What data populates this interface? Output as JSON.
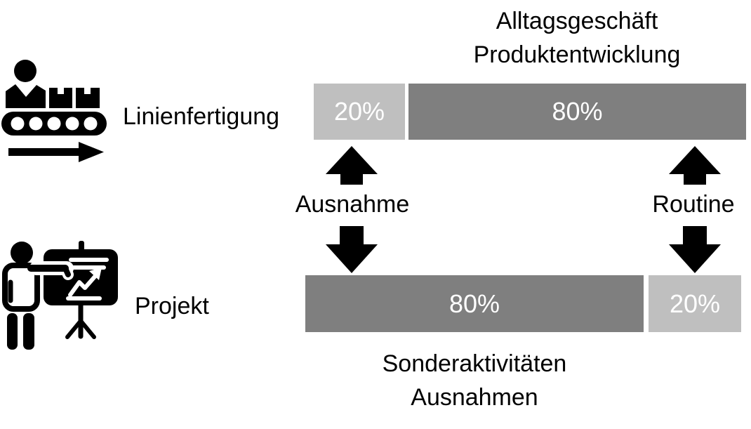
{
  "title_top": {
    "line1": "Alltagsgeschäft",
    "line2": "Produktentwicklung"
  },
  "caption_bottom": {
    "line1": "Sonderaktivitäten",
    "line2": "Ausnahmen"
  },
  "connectors": {
    "left": {
      "label": "Ausnahme"
    },
    "right": {
      "label": "Routine"
    }
  },
  "icons": {
    "top": "conveyor-worker-icon",
    "bottom": "presenter-flipchart-icon"
  },
  "chart_data": {
    "type": "bar",
    "orientation": "horizontal-stacked",
    "rows": [
      {
        "category": "Linienfertigung",
        "segments": [
          {
            "label": "20%",
            "value": 20,
            "color": "#bfbfbf"
          },
          {
            "label": "80%",
            "value": 80,
            "color": "#7f7f7f"
          }
        ]
      },
      {
        "category": "Projekt",
        "segments": [
          {
            "label": "80%",
            "value": 80,
            "color": "#7f7f7f"
          },
          {
            "label": "20%",
            "value": 20,
            "color": "#bfbfbf"
          }
        ]
      }
    ],
    "annotations": [
      "Alltagsgeschäft Produktentwicklung (über dem 80%-Segment der Linienfertigung)",
      "Sonderaktivitäten Ausnahmen (unter dem 80%-Segment des Projekts)",
      "Ausnahme: Pfeile zwischen 20% Linienfertigung und 80% Projekt",
      "Routine: Pfeile zwischen 80% Linienfertigung und 20% Projekt"
    ]
  },
  "colors": {
    "segment_light": "#bfbfbf",
    "segment_dark": "#7f7f7f",
    "bar_label": "#ffffff",
    "text": "#000000",
    "arrow": "#000000",
    "background": "#ffffff"
  }
}
